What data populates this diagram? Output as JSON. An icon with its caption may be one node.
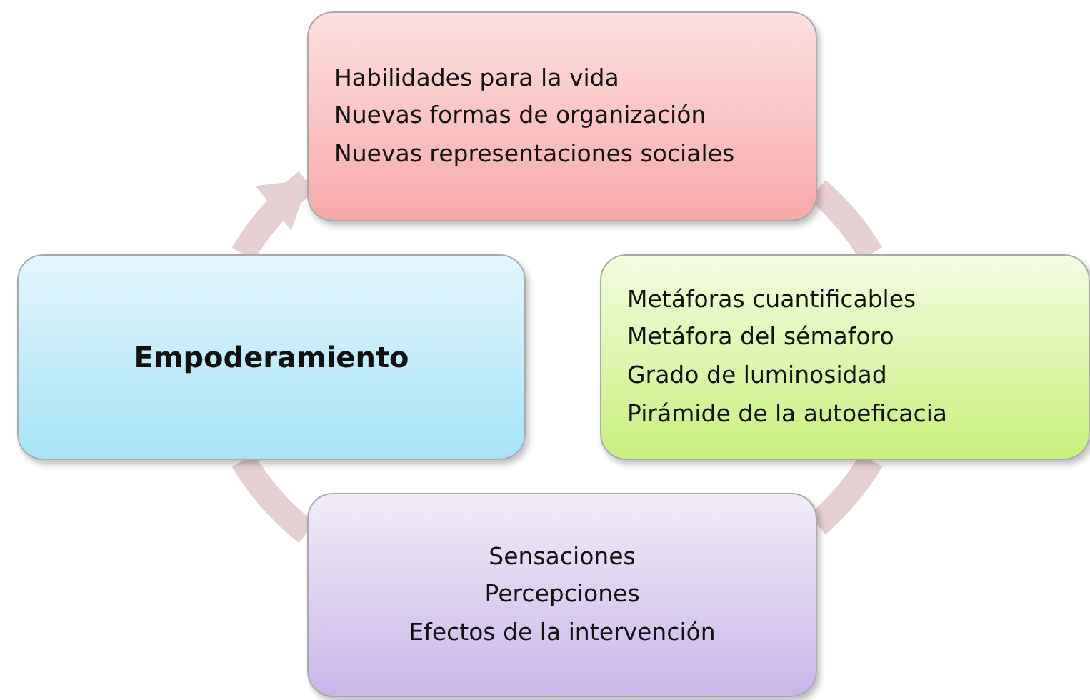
{
  "diagram": {
    "nodes": [
      {
        "text": [
          "Habilidades para la vida",
          "Nuevas formas de organización",
          "Nuevas representaciones sociales"
        ]
      },
      {
        "text": [
          "Empoderamiento"
        ]
      },
      {
        "text": [
          "Metáforas cuantificables",
          "Metáfora del sémaforo",
          "Grado de luminosidad",
          "Pirámide de la autoeficacia"
        ]
      },
      {
        "text": [
          "Sensaciones",
          "Percepciones",
          "Efectos de la intervención"
        ]
      }
    ],
    "edges": [
      {
        "from": 1,
        "to": 0,
        "arrow": "to"
      },
      {
        "from": 0,
        "to": 2,
        "arrow": "none"
      },
      {
        "from": 2,
        "to": 3,
        "arrow": "none"
      },
      {
        "from": 3,
        "to": 1,
        "arrow": "none"
      }
    ]
  }
}
